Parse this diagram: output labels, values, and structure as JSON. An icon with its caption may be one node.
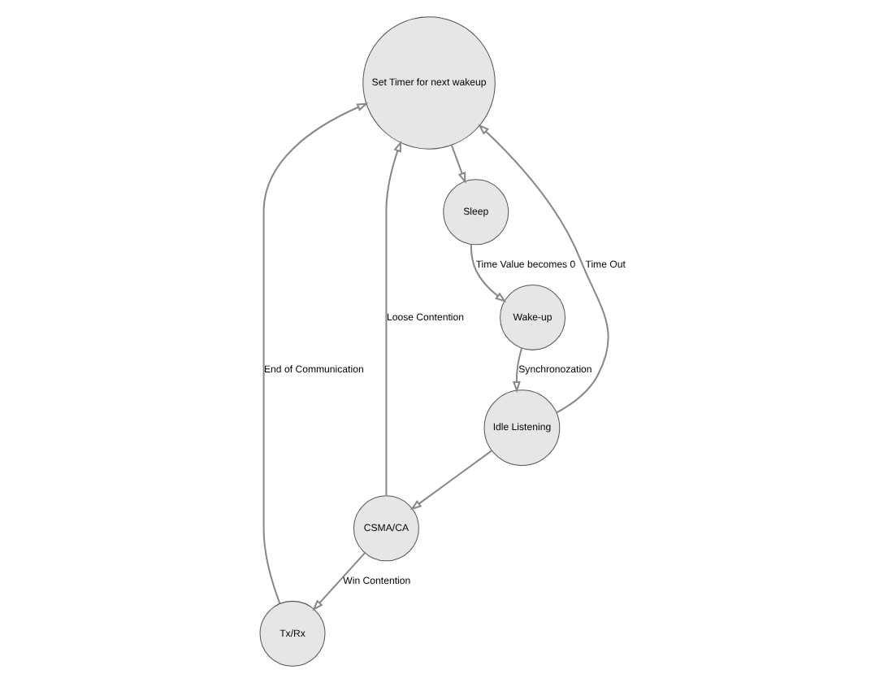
{
  "diagram": {
    "nodes": [
      {
        "text": [
          "Set Timer for next wakeup"
        ]
      },
      {
        "text": [
          "Tx/Rx"
        ]
      },
      {
        "text": [
          "Sleep"
        ]
      },
      {
        "text": [
          "CSMA/CA"
        ]
      },
      {
        "text": [
          "Wake-up"
        ]
      },
      {
        "text": [
          "Idle Listening"
        ]
      }
    ],
    "edges": [
      {
        "from": 0,
        "to": 2,
        "arrow": "to"
      },
      {
        "from": 2,
        "to": 4,
        "arrow": "to",
        "label": "Time Value becomes 0"
      },
      {
        "from": 4,
        "to": 5,
        "arrow": "to",
        "label": "Synchronozation"
      },
      {
        "from": 5,
        "to": 0,
        "arrow": "to",
        "label": "Time Out"
      },
      {
        "from": 5,
        "to": 3,
        "arrow": "to"
      },
      {
        "from": 3,
        "to": 0,
        "arrow": "to",
        "label": "Loose Contention"
      },
      {
        "from": 3,
        "to": 1,
        "arrow": "to",
        "label": "Win Contention"
      },
      {
        "from": 1,
        "to": 0,
        "arrow": "to",
        "label": "End of Communication"
      }
    ]
  }
}
